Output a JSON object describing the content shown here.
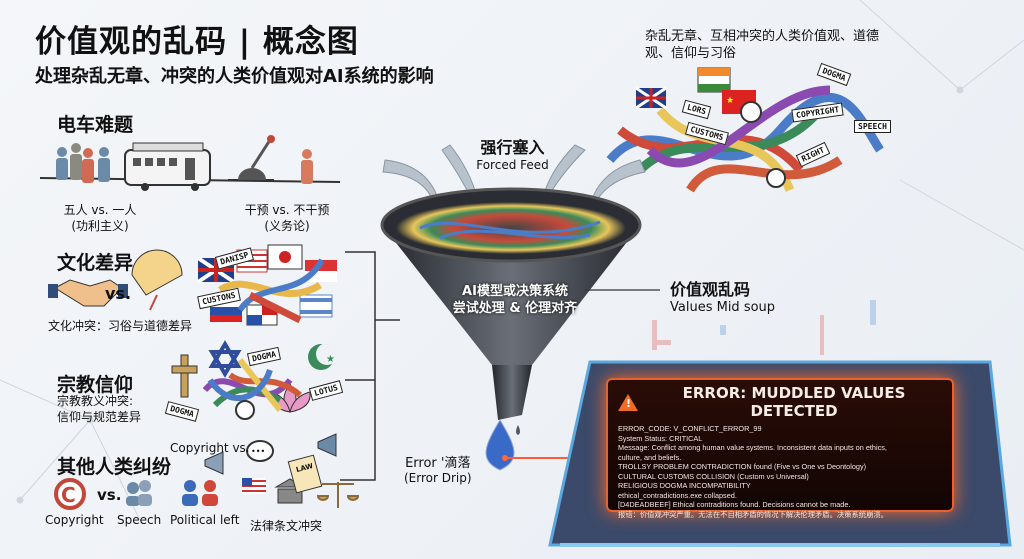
{
  "header": {
    "title": "价值观的乱码 | 概念图",
    "subtitle": "处理杂乱无章、冲突的人类价值观对AI系统的影响"
  },
  "top_right_caption": "杂乱无章、互相冲突的人类价值观、道德观、信仰与习俗",
  "tangle_tags": [
    "LORS",
    "CUSTOMS",
    "DOGMA",
    "COPYRIGHT",
    "SPEECH",
    "RIGHT"
  ],
  "sections": {
    "trolley": {
      "title": "电车难题",
      "left_label": "五人 vs. 一人",
      "left_sub": "(功利主义)",
      "right_label": "干预 vs. 不干预",
      "right_sub": "(义务论)"
    },
    "culture": {
      "title": "文化差异",
      "vs": "vs.",
      "caption": "文化冲突：习俗与道德差异",
      "tags": [
        "DANISP",
        "CUSTONS"
      ]
    },
    "religion": {
      "title": "宗教信仰",
      "caption_1": "宗教教义冲突:",
      "caption_2": "信仰与规范差异",
      "tags": [
        "DOGMA",
        "LOTUS",
        "DOGMA"
      ]
    },
    "other": {
      "title": "其他人类纠纷",
      "copyright_vs": "Copyright vs.",
      "vs": "vs.",
      "labels": [
        "Copyright",
        "Speech",
        "Political left",
        "法律条文冲突"
      ],
      "law_tag": "LAW"
    }
  },
  "funnel": {
    "feed_cn": "强行塞入",
    "feed_en": "Forced Feed",
    "body_1": "AI模型或决策系统",
    "body_2": "尝试处理 & 伦理对齐",
    "soup_cn": "价值观乱码",
    "soup_en": "Values Mid soup",
    "drip_cn": "Error '滴落",
    "drip_en": "(Error Drip)"
  },
  "error_panel": {
    "title": "ERROR: MUDDLED VALUES DETECTED",
    "lines": [
      "ERROR_CODE: V_CONFLICT_ERROR_99",
      "System Status: CRITICAL",
      "Message: Conflict among human value systems. Inconsistent data inputs on ethics,",
      "culture, and beliefs.",
      "TROLLSY PROBLEM CONTRADICTION found (Five vs One vs Deontology)",
      "CULTURAL CUSTOMS COLLISION (Custom vs Universal)",
      "RELIGIOUS DOGMA INCOMPATIBILITY",
      "ethical_contradictions.exe collapsed.",
      "[D4DEADBEEF] Ethical contraditions found. Decisions cannot be made.",
      "报错：价值观冲突严重。无法在不自相矛盾的情况下解决伦理矛盾。决策系统崩溃。"
    ]
  },
  "colors": {
    "accent": "#e8632a",
    "funnel": "#3a3d44",
    "text": "#111111"
  }
}
